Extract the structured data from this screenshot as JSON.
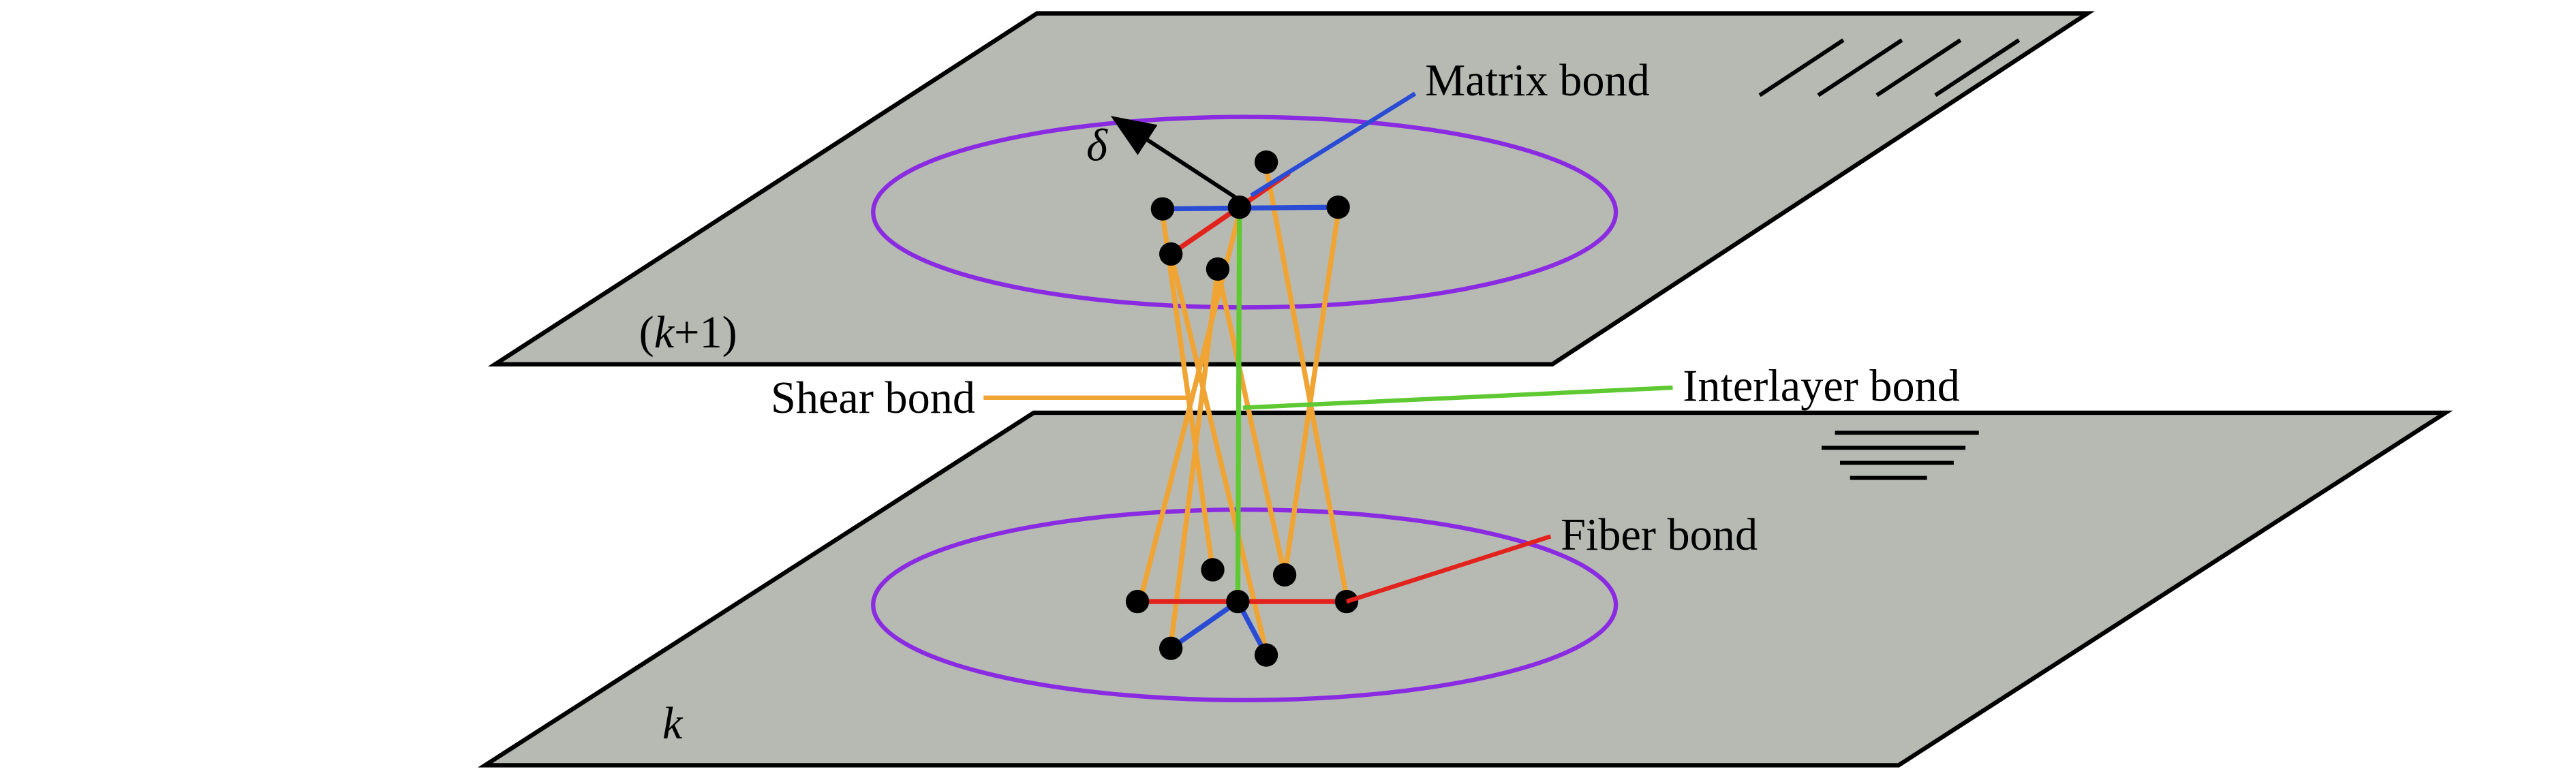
{
  "figure": {
    "bonds": {
      "matrix": {
        "label": "Matrix bond",
        "color": "#2a4cd4"
      },
      "shear": {
        "label": "Shear bond",
        "color": "#f0a434"
      },
      "interlayer": {
        "label": "Interlayer bond",
        "color": "#5fc933"
      },
      "fiber": {
        "label": "Fiber bond",
        "color": "#e2231d"
      }
    },
    "annotations": {
      "delta": "δ",
      "layer_top_open": "(",
      "layer_top_k": "k",
      "layer_top_rest": "+1)",
      "layer_bottom": "k"
    },
    "colors": {
      "plate_fill": "#b7bab3",
      "plate_edge": "#000000",
      "horizon_circle": "#8a2be2",
      "particle": "#000000"
    }
  }
}
